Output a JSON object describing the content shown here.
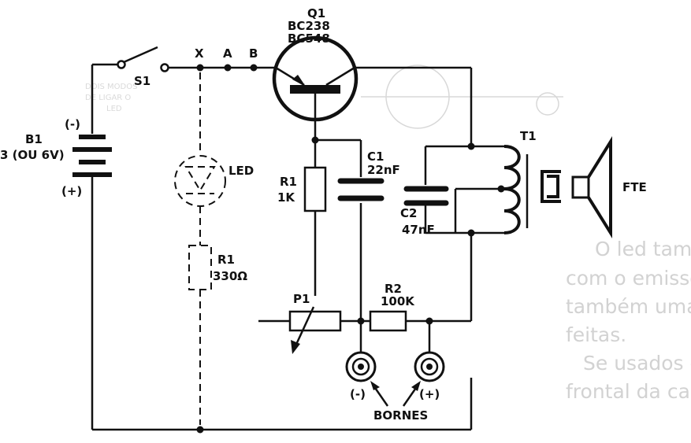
{
  "components": {
    "transistor": {
      "ref": "Q1",
      "part_1": "BC238",
      "part_2": "BC548"
    },
    "switch": {
      "ref": "S1"
    },
    "battery": {
      "ref": "B1",
      "value": "3 (OU 6V)",
      "minus": "(-)",
      "plus": "(+)"
    },
    "test_points": {
      "x": "X",
      "a": "A",
      "b": "B"
    },
    "led": {
      "ref": "LED"
    },
    "led_resistor": {
      "ref": "R1",
      "value": "330Ω"
    },
    "r1": {
      "ref": "R1",
      "value": "1K"
    },
    "c1": {
      "ref": "C1",
      "value": "22nF"
    },
    "c2": {
      "ref": "C2",
      "value": "47nF"
    },
    "transformer": {
      "ref": "T1"
    },
    "speaker": {
      "ref": "FTE"
    },
    "pot": {
      "ref": "P1"
    },
    "r2": {
      "ref": "R2",
      "value": "100K"
    },
    "terminals": {
      "label": "BORNES",
      "minus": "(-)",
      "plus": "(+)"
    }
  },
  "bleed_through_text": {
    "lines": [
      "O led também pode ser ligado em séri",
      "com o emissor do transistor, fornecend",
      "também uma indicação visual das prova",
      "feitas.",
      "Se usados dois leds ficarão na part",
      "frontal da caixa."
    ],
    "small_lines": [
      "DOIS MODOS",
      "DE LIGAR O",
      "LED"
    ]
  }
}
